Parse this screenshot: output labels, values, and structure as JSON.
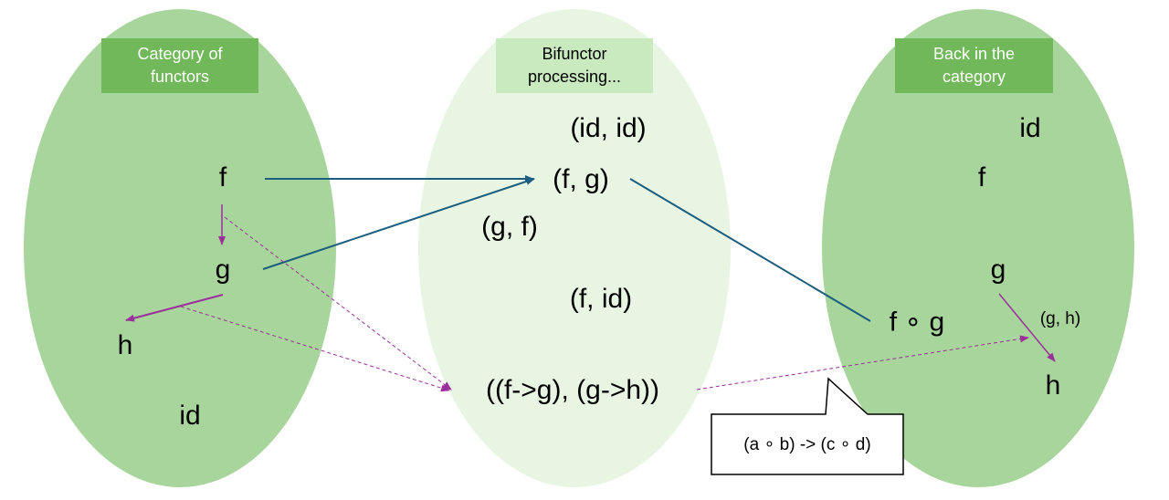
{
  "colors": {
    "ellipse_left": "#a8d59b",
    "ellipse_middle": "#e8f5e3",
    "ellipse_right": "#a8d59b",
    "header_dark": "#70b85a",
    "header_light": "#c9e9bf",
    "arrow_blue": "#1b5e80",
    "arrow_purple": "#9b2f9b"
  },
  "left": {
    "header": "Category of\nfunctors",
    "f": "f",
    "g": "g",
    "h": "h",
    "id": "id"
  },
  "middle": {
    "header": "Bifunctor\nprocessing...",
    "id_id": "(id, id)",
    "f_g": "(f, g)",
    "g_f": "(g, f)",
    "f_id": "(f, id)",
    "pair_arrows": "((f->g), (g->h))"
  },
  "right": {
    "header": "Back in the\ncategory",
    "id": "id",
    "f": "f",
    "g": "g",
    "fog": "f ∘ g",
    "gh": "(g, h)",
    "h": "h"
  },
  "callout": {
    "text": "(a ∘ b) -> (c ∘ d)"
  }
}
